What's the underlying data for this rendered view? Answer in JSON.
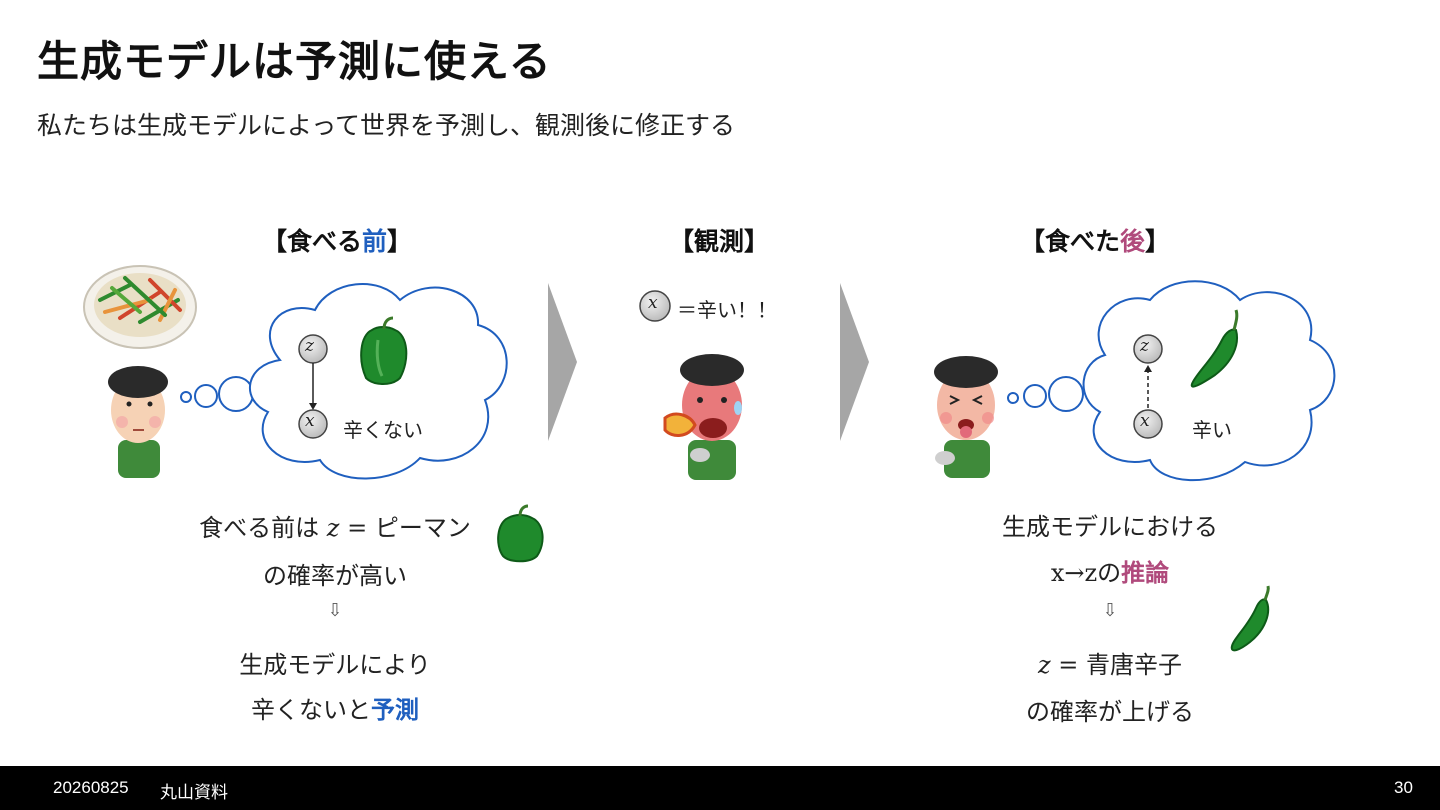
{
  "slide": {
    "title": "生成モデルは予測に使える",
    "subtitle": "私たちは生成モデルによって世界を予測し、観測後に修正する"
  },
  "phases": {
    "before": {
      "open": "【食べる",
      "highlight": "前",
      "close": "】"
    },
    "observe": {
      "label": "【観測】"
    },
    "after": {
      "open": "【食べた",
      "highlight": "後",
      "close": "】"
    }
  },
  "thought_before": {
    "z_node": "z",
    "x_node": "x",
    "text": "辛くない"
  },
  "observation": {
    "x_node": "x",
    "text": "＝辛い！！"
  },
  "thought_after": {
    "z_node": "z",
    "x_node": "x",
    "text": "辛い"
  },
  "caption_before": {
    "line1_prefix": "食べる前は",
    "line1_var": "z",
    "line1_suffix": "= ピーマン",
    "line2": "の確率が高い",
    "arrow": "⇩",
    "line3": "生成モデルにより",
    "line4_prefix": "辛くないと",
    "line4_highlight": "予測"
  },
  "caption_after": {
    "line1": "生成モデルにおける",
    "line2_prefix": "x→zの",
    "line2_highlight": "推論",
    "arrow": "⇩",
    "line3_var": "z",
    "line3_suffix": "= 青唐辛子",
    "line4": "の確率が上げる"
  },
  "footer": {
    "date": "20260825",
    "author": "丸山資料",
    "page": "30"
  },
  "colors": {
    "accent_blue": "#1f5fbf",
    "accent_pink": "#b04a7c",
    "cloud": "#1f5fbf",
    "pepper": "#1f8a2c",
    "chevron": "#a6a6a6"
  }
}
